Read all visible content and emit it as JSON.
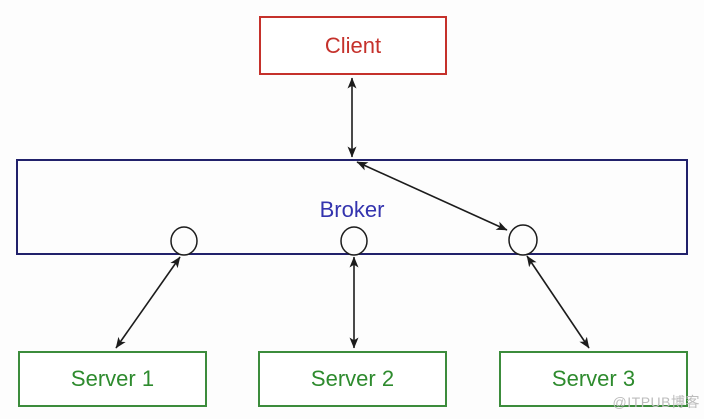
{
  "diagram": {
    "nodes": {
      "client": {
        "label": "Client",
        "color": "#c5312b"
      },
      "broker": {
        "label": "Broker",
        "text_color": "#3333ae",
        "border_color": "#21216b",
        "port_count": 3
      },
      "servers": [
        {
          "label": "Server 1"
        },
        {
          "label": "Server 2"
        },
        {
          "label": "Server 3"
        }
      ],
      "server_color": "#2e8b2e"
    },
    "edges": [
      {
        "from": "Client",
        "to": "Broker",
        "arrows": "both"
      },
      {
        "from": "Broker top",
        "to": "Broker port 3",
        "arrows": "both"
      },
      {
        "from": "Broker port 1",
        "to": "Server 1",
        "arrows": "both"
      },
      {
        "from": "Broker port 2",
        "to": "Server 2",
        "arrows": "both"
      },
      {
        "from": "Broker port 3",
        "to": "Server 3",
        "arrows": "both"
      }
    ],
    "edge_color": "#1c1c1c"
  },
  "watermark": {
    "text": "@ITPUB博客",
    "color": "#bcbcbc"
  }
}
